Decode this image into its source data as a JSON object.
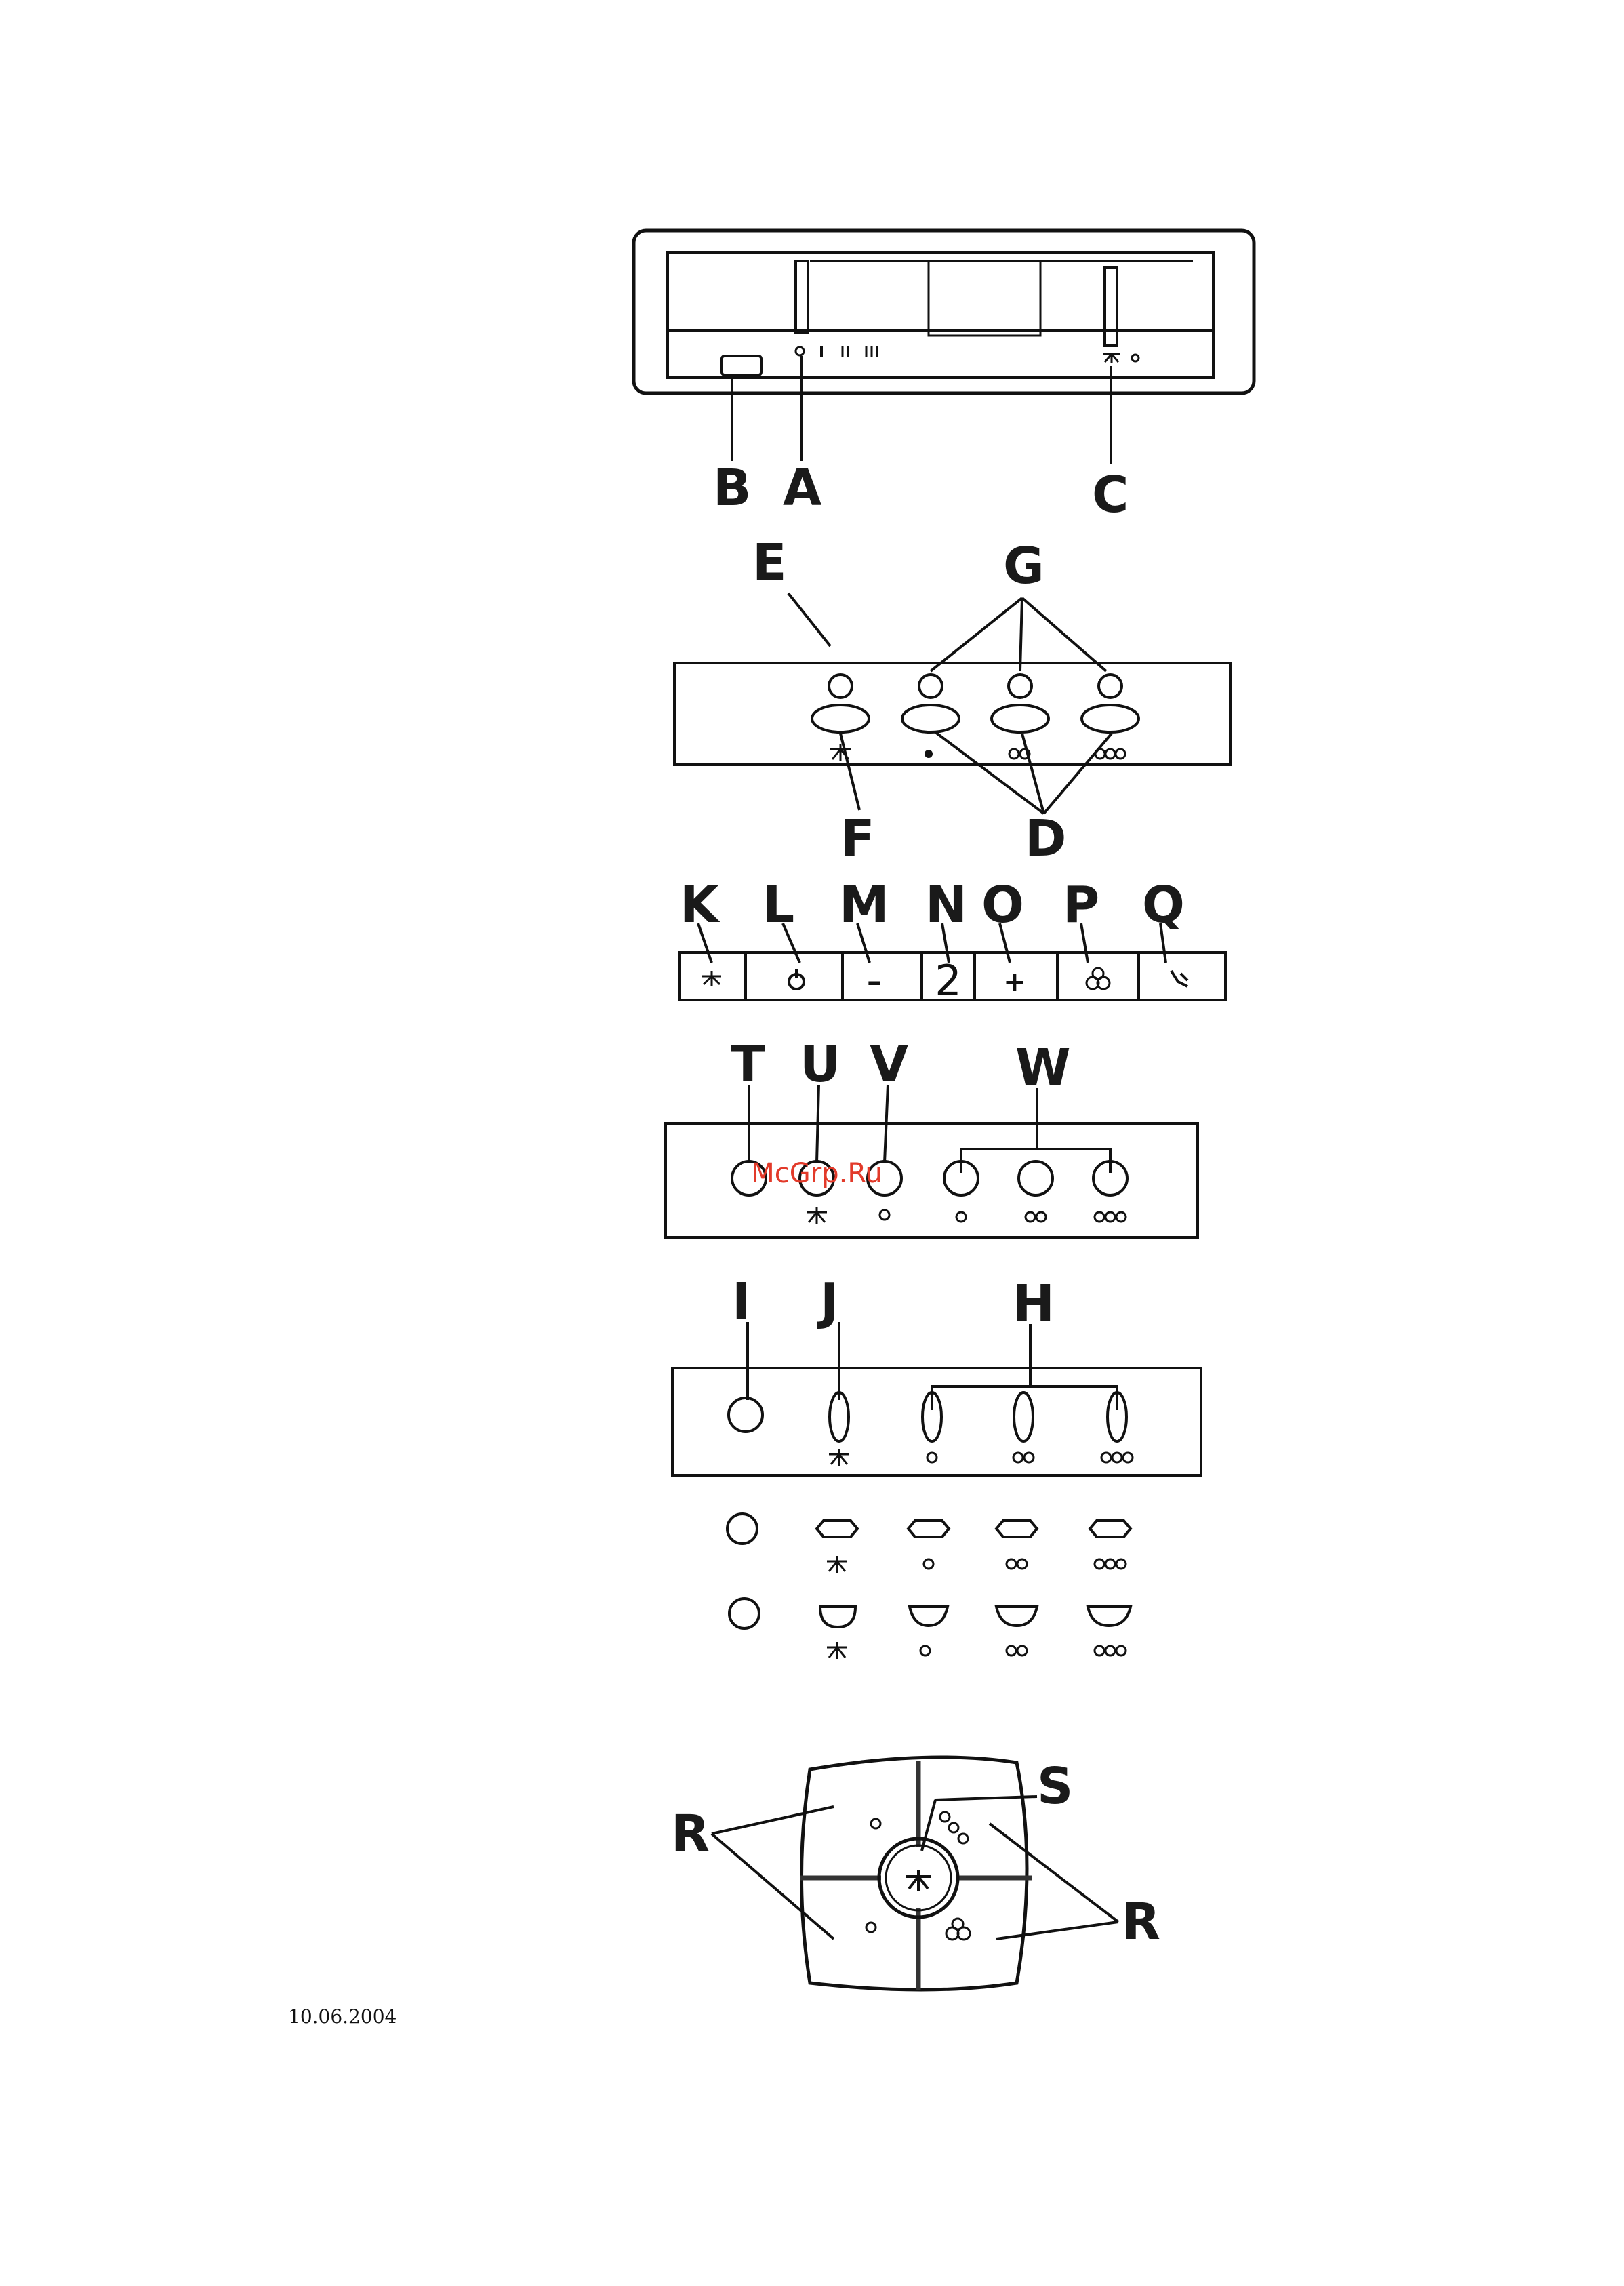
{
  "labels": {
    "b": "B",
    "a": "A",
    "c": "C",
    "e": "E",
    "g": "G",
    "f": "F",
    "d": "D",
    "k": "K",
    "l": "L",
    "m": "M",
    "n": "N",
    "o": "O",
    "p": "P",
    "q": "Q",
    "t": "T",
    "u": "U",
    "v": "V",
    "w": "W",
    "i": "I",
    "j": "J",
    "h": "H",
    "s": "S",
    "r_left": "R",
    "r_right": "R"
  },
  "panel3_symbols": {
    "minus": "–",
    "display": "2",
    "plus": "+"
  },
  "watermark": "McGrp.Ru",
  "footer_date": "10.06.2004"
}
